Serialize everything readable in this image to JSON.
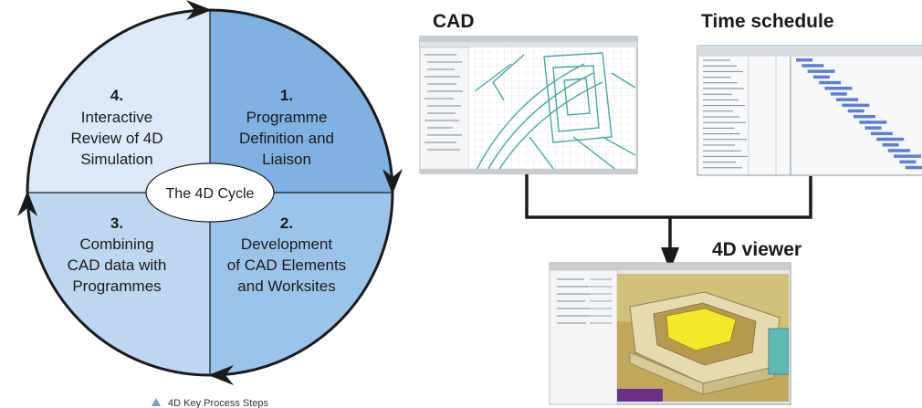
{
  "cycle": {
    "center_label": "The 4D Cycle",
    "colors": {
      "q1": "#7fb2e0",
      "q2": "#9cc4ea",
      "q3": "#bdd7f0",
      "q4": "#dde9f7",
      "arrow": "#1a1a1a"
    },
    "steps": [
      {
        "number": "1.",
        "lines": [
          "Programme",
          "Definition and",
          "Liaison"
        ]
      },
      {
        "number": "2.",
        "lines": [
          "Development",
          "of CAD Elements",
          "and Worksites"
        ]
      },
      {
        "number": "3.",
        "lines": [
          "Combining",
          "CAD data with",
          "Programmes"
        ]
      },
      {
        "number": "4.",
        "lines": [
          "Interactive",
          "Review of 4D",
          "Simulation"
        ]
      }
    ]
  },
  "caption": "4D Key Process Steps",
  "panels": {
    "cad": {
      "title": "CAD"
    },
    "schedule": {
      "title": "Time schedule"
    },
    "viewer": {
      "title": "4D viewer"
    }
  }
}
